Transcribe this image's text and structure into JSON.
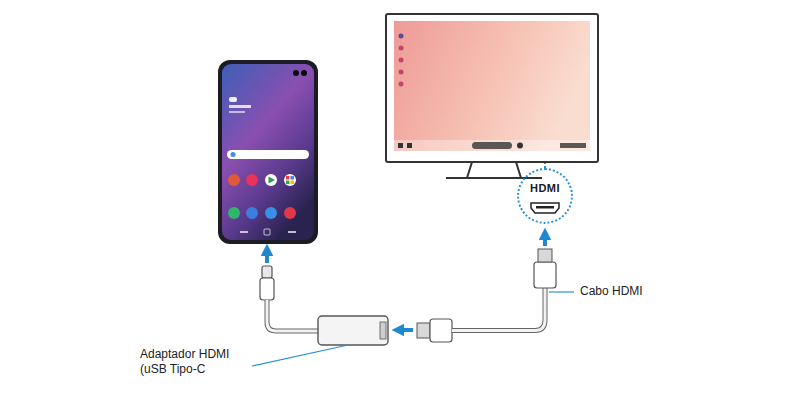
{
  "diagram": {
    "nodes": [
      {
        "text": [
          "HDMI"
        ]
      }
    ],
    "labels": [
      "Adaptador HDMI (uSB Tipo-C",
      "Cabo HDMI"
    ]
  }
}
